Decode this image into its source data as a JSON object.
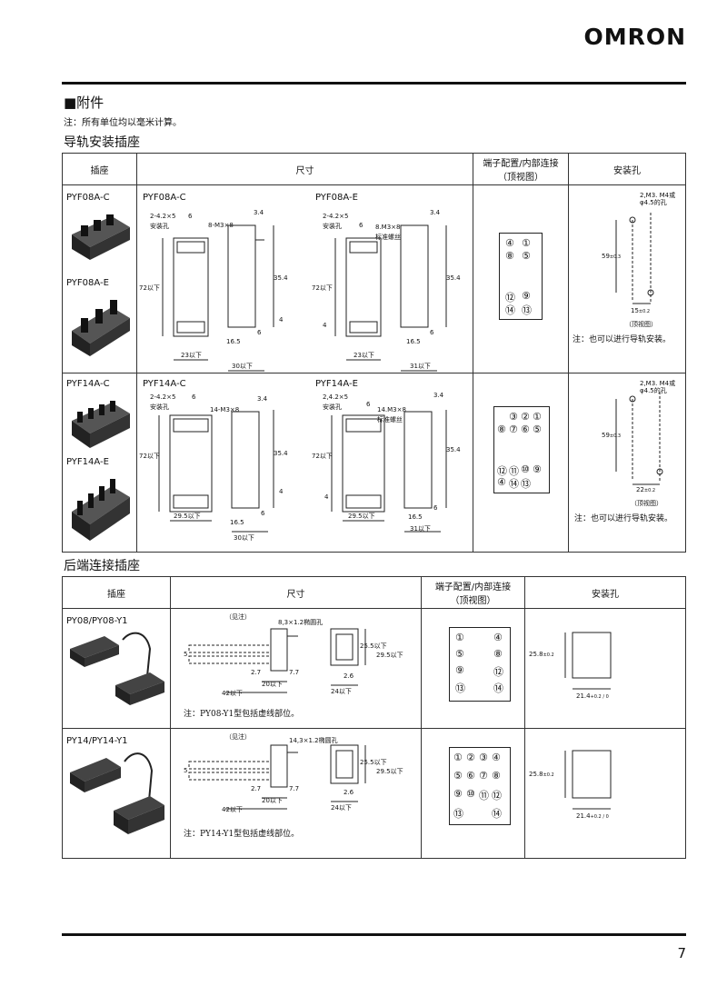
{
  "header": {
    "brand": "omron",
    "page_number": "7"
  },
  "section": {
    "title": "■附件",
    "note": "注：所有单位均以毫米计算。"
  },
  "table1": {
    "title": "导轨安装插座",
    "headers": {
      "socket": "插座",
      "dimensions": "尺寸",
      "terminal": "端子配置/内部连接",
      "terminal2": "（顶视图）",
      "mount": "安装孔"
    },
    "row1": {
      "name_a": "PYF08A-C",
      "name_b": "PYF08A-E",
      "dim_a": "PYF08A-C",
      "dim_b": "PYF08A-E",
      "a_hole": "2-4.2×5",
      "a_hole2": "安装孔",
      "a_screw": "8-M3×8",
      "a_six": "6",
      "a_34": "3.4",
      "a_354": "35.4",
      "a_72": "72以下",
      "a_4": "4",
      "a_165": "16.5",
      "a_6": "6",
      "a_23": "23以下",
      "a_30": "30以下",
      "b_hole": "2-4.2×5",
      "b_hole2": "安装孔",
      "b_screw": "8.M3×8",
      "b_screw2": "标准螺丝",
      "b_six": "6",
      "b_34": "3.4",
      "b_354": "35.4",
      "b_72": "72以下",
      "b_4": "4",
      "b_165": "16.5",
      "b_6": "6",
      "b_23": "23以下",
      "b_31": "31以下",
      "terminals": [
        "④",
        "①",
        "⑧",
        "⑤",
        "⑫",
        "⑨",
        "⑭",
        "⑬"
      ],
      "mount_hole": "2,M3. M4或",
      "mount_hole2": "φ4.5的孔",
      "mount_59": "59",
      "mount_59t": "±0.3",
      "mount_15": "15",
      "mount_15t": "±0.2",
      "mount_view": "（顶视图）",
      "mount_note": "注：也可以进行导轨安装。"
    },
    "row2": {
      "name_a": "PYF14A-C",
      "name_b": "PYF14A-E",
      "dim_a": "PYF14A-C",
      "dim_b": "PYF14A-E",
      "a_hole": "2-4.2×5",
      "a_hole2": "安装孔",
      "a_screw": "14-M3×8",
      "a_six": "6",
      "a_34": "3.4",
      "a_354": "35.4",
      "a_72": "72以下",
      "a_4": "4",
      "a_165": "16.5",
      "a_6": "6",
      "a_295": "29.5以下",
      "a_30": "30以下",
      "b_hole": "2,4.2×5",
      "b_hole2": "安装孔",
      "b_screw": "14.M3×8",
      "b_screw2": "标准螺丝",
      "b_six": "6",
      "b_34": "3.4",
      "b_354": "35.4",
      "b_72": "72以下",
      "b_4": "4",
      "b_165": "16.5",
      "b_6": "6",
      "b_295": "29.5以下",
      "b_31": "31以下",
      "terminals": [
        "③",
        "②",
        "①",
        "⑧",
        "⑦",
        "⑥",
        "⑤",
        "⑫",
        "⑪",
        "⑩",
        "⑨",
        "④",
        "⑭",
        "⑬"
      ],
      "mount_hole": "2,M3. M4或",
      "mount_hole2": "φ4.5的孔",
      "mount_59": "59",
      "mount_59t": "±0.3",
      "mount_22": "22",
      "mount_22t": "±0.2",
      "mount_view": "（顶视图）",
      "mount_note": "注：也可以进行导轨安装。"
    }
  },
  "table2": {
    "title": "后端连接插座",
    "headers": {
      "socket": "插座",
      "dimensions": "尺寸",
      "terminal": "端子配置/内部连接",
      "terminal2": "（顶视图）",
      "mount": "安装孔"
    },
    "row1": {
      "name": "PY08/PY08-Y1",
      "see": "（见注）",
      "hole": "8,3×1.2椭圆孔",
      "d5": "5",
      "d27": "2.7",
      "d77": "7.7",
      "d42": "42以下",
      "d20": "20以下",
      "d255": "25.5以下",
      "d295": "29.5以下",
      "d26": "2.6",
      "d24": "24以下",
      "note": "注：PY08-Y1型包括虚线部位。",
      "terminals": [
        "①",
        "④",
        "⑤",
        "⑧",
        "⑨",
        "⑫",
        "⑬",
        "⑭"
      ],
      "m258": "25.8",
      "m258t": "±0.2",
      "m214": "21.4",
      "m214t": "+0.2 / 0"
    },
    "row2": {
      "name": "PY14/PY14-Y1",
      "see": "（见注）",
      "hole": "14,3×1.2椭圆孔",
      "d5": "5",
      "d27": "2.7",
      "d77": "7.7",
      "d42": "42以下",
      "d20": "20以下",
      "d255": "25.5以下",
      "d295": "29.5以下",
      "d26": "2.6",
      "d24": "24以下",
      "note": "注：PY14-Y1型包括虚线部位。",
      "terminals": [
        "①",
        "②",
        "③",
        "④",
        "⑤",
        "⑥",
        "⑦",
        "⑧",
        "⑨",
        "⑩",
        "⑪",
        "⑫",
        "⑬",
        "⑭"
      ],
      "m258": "25.8",
      "m258t": "±0.2",
      "m214": "21.4",
      "m214t": "+0.2 / 0"
    }
  }
}
